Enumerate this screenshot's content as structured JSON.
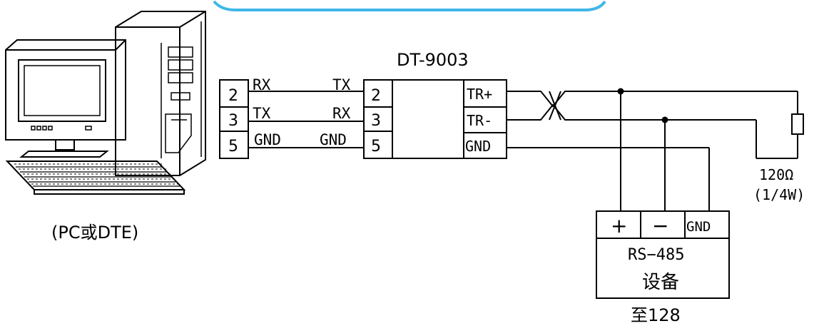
{
  "pc": {
    "caption": "(PC或DTE)"
  },
  "converter": {
    "title": "DT-9003"
  },
  "pc_port": {
    "pins": [
      "2",
      "3",
      "5"
    ],
    "signals": [
      "RX",
      "TX",
      "GND"
    ]
  },
  "converter_rs232": {
    "pins": [
      "2",
      "3",
      "5"
    ],
    "signals": [
      "TX",
      "RX",
      "GND"
    ]
  },
  "converter_rs485": {
    "terminals": [
      "TR+",
      "TR-",
      "GND"
    ]
  },
  "resistor": {
    "value": "120Ω",
    "power": "(1/4W)"
  },
  "device": {
    "terminals": [
      "+",
      "−",
      "GND"
    ],
    "line1": "RS−485",
    "line2": "设备",
    "count": "至128"
  },
  "colors": {
    "accent_band": "#3fb7e8",
    "line": "#000000"
  }
}
